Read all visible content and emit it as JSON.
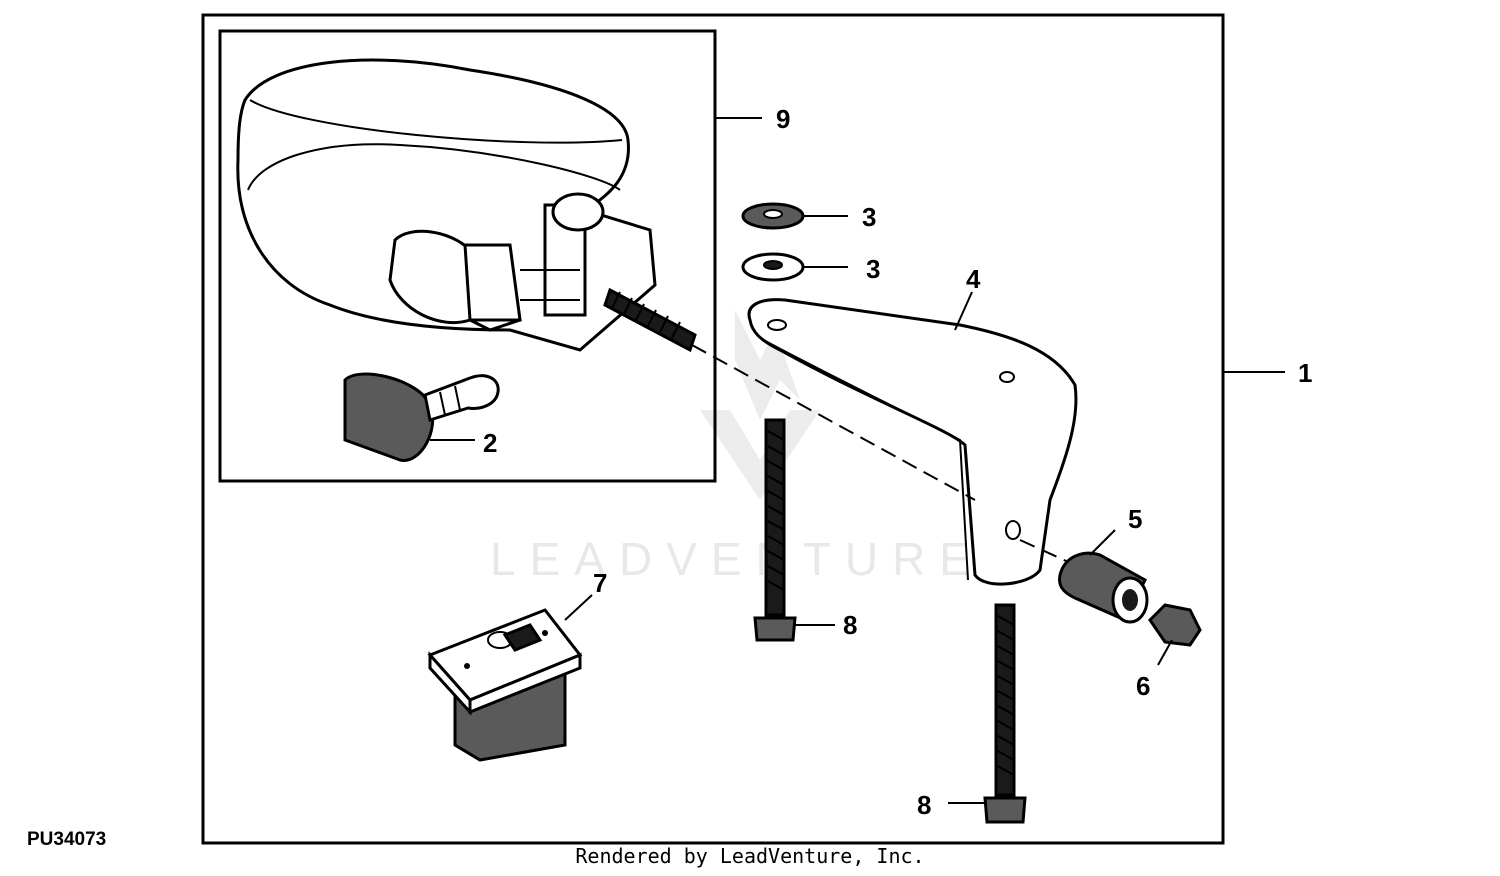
{
  "figure_id": "PU34073",
  "credit": "Rendered by LeadVenture, Inc.",
  "watermark": "LEADVENTURE",
  "callouts": {
    "c1": "1",
    "c2": "2",
    "c3a": "3",
    "c3b": "3",
    "c4": "4",
    "c5": "5",
    "c6": "6",
    "c7": "7",
    "c8a": "8",
    "c8b": "8",
    "c9": "9"
  }
}
